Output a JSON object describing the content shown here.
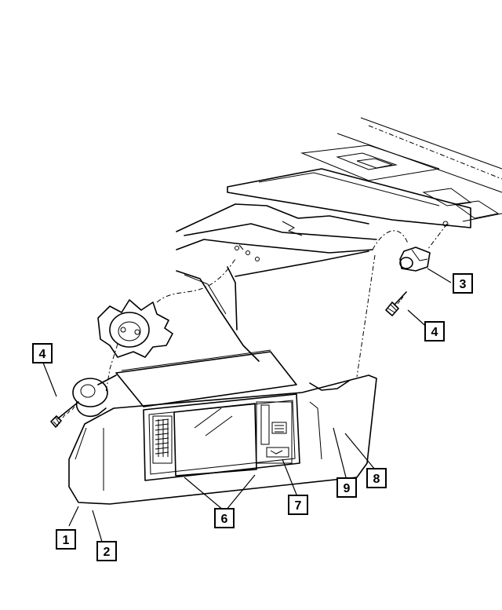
{
  "callouts": [
    {
      "id": "c1",
      "label": "1"
    },
    {
      "id": "c2",
      "label": "2"
    },
    {
      "id": "c3",
      "label": "3"
    },
    {
      "id": "c4a",
      "label": "4"
    },
    {
      "id": "c4b",
      "label": "4"
    },
    {
      "id": "c6",
      "label": "6"
    },
    {
      "id": "c7",
      "label": "7"
    },
    {
      "id": "c8",
      "label": "8"
    },
    {
      "id": "c9",
      "label": "9"
    }
  ]
}
